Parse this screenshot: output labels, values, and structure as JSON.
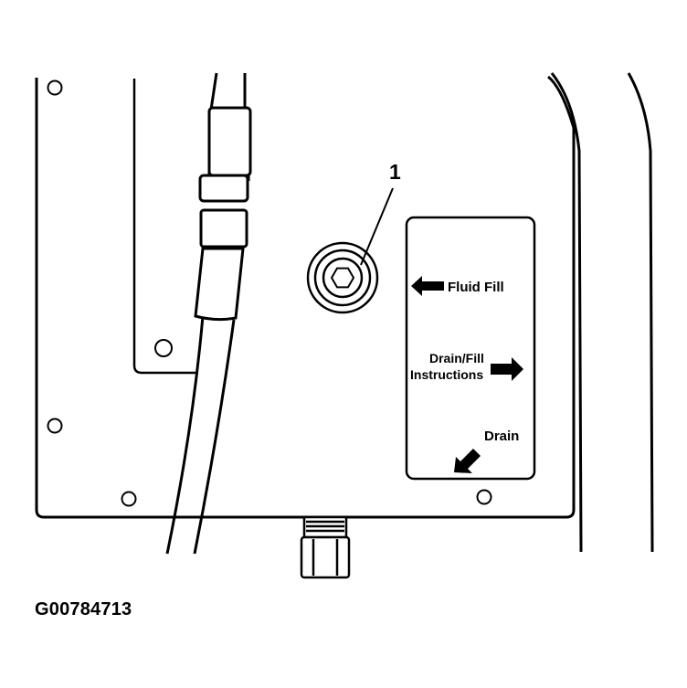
{
  "callout": {
    "number": "1"
  },
  "decal": {
    "fluid_fill": "Fluid Fill",
    "drain_fill_line1": "Drain/Fill",
    "drain_fill_line2": "Instructions",
    "drain": "Drain"
  },
  "figure_id": "G00784713",
  "colors": {
    "ink": "#000000",
    "paper": "#ffffff"
  }
}
